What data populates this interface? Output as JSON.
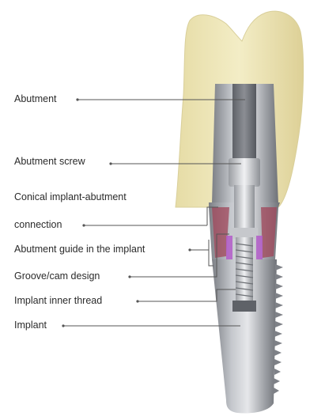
{
  "labels": [
    {
      "key": "abutment",
      "text": "Abutment"
    },
    {
      "key": "abutment_screw",
      "text": "Abutment screw"
    },
    {
      "key": "conical_line1",
      "text": "Conical implant-abutment"
    },
    {
      "key": "conical_line2",
      "text": "connection"
    },
    {
      "key": "abutment_guide",
      "text": "Abutment guide in the implant"
    },
    {
      "key": "groove_cam",
      "text": "Groove/cam design"
    },
    {
      "key": "inner_thread",
      "text": "Implant inner thread"
    },
    {
      "key": "implant",
      "text": "Implant"
    }
  ],
  "colors": {
    "crown": "#eee6b8",
    "metal": "#a3a6ab",
    "gum_accent": "#a0465a",
    "screw_accent": "#b35cc9",
    "leader_line": "#555555"
  }
}
